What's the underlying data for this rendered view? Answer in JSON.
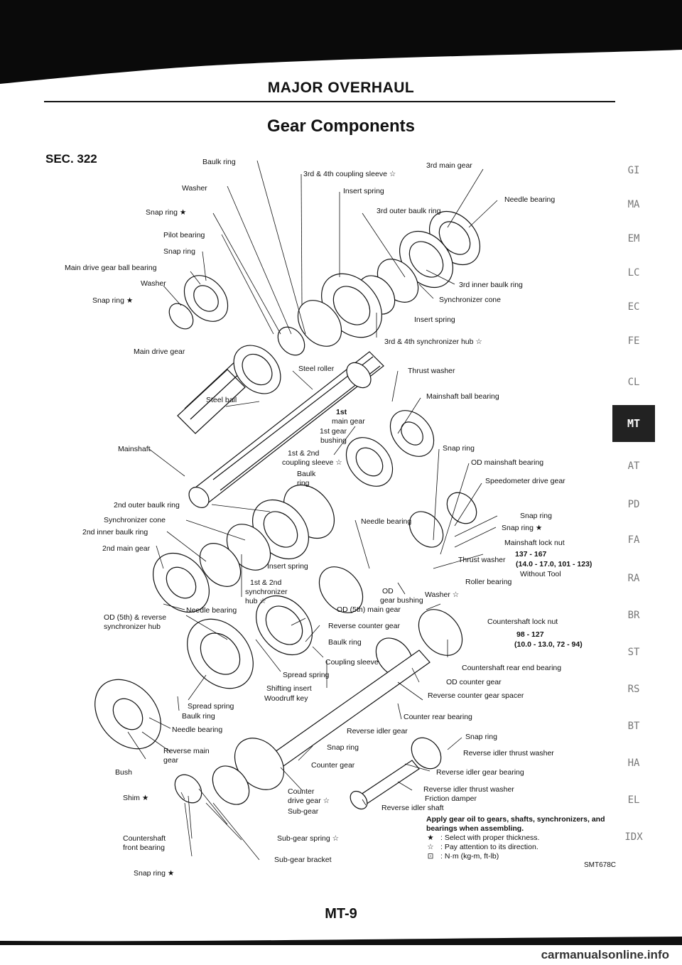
{
  "header": {
    "section_title": "MAJOR OVERHAUL",
    "page_title": "Gear Components",
    "sec_ref": "SEC. 322"
  },
  "labels": {
    "baulk_ring": "Baulk ring",
    "washer": "Washer",
    "snap_ring_star": "Snap ring ★",
    "pilot_bearing": "Pilot bearing",
    "snap_ring": "Snap ring",
    "main_drive_gear_ball_bearing": "Main drive gear ball bearing",
    "washer2": "Washer",
    "snap_ring_star2": "Snap ring ★",
    "main_drive_gear": "Main drive gear",
    "coupling_sleeve_34": "3rd & 4th coupling sleeve ☆",
    "third_main_gear": "3rd main gear",
    "insert_spring": "Insert spring",
    "third_outer_baulk_ring": "3rd outer baulk ring",
    "needle_bearing_top": "Needle bearing",
    "third_inner_baulk_ring": "3rd inner baulk ring",
    "synchronizer_cone": "Synchronizer cone",
    "insert_spring2": "Insert spring",
    "sync_hub_34": "3rd & 4th synchronizer hub ☆",
    "steel_roller": "Steel roller",
    "thrust_washer": "Thrust washer",
    "steel_ball": "Steel ball",
    "first_main_gear_1": "1st",
    "first_main_gear_2": "main gear",
    "mainshaft_ball_bearing": "Mainshaft ball bearing",
    "first_gear_bushing_1": "1st gear",
    "first_gear_bushing_2": "bushing",
    "mainshaft": "Mainshaft",
    "coupling_sleeve_12_1": "1st & 2nd",
    "coupling_sleeve_12_2": "coupling sleeve ☆",
    "baulk_ring_2a": "Baulk",
    "baulk_ring_2b": "ring",
    "snap_ring_mid": "Snap ring",
    "od_mainshaft_bearing": "OD mainshaft bearing",
    "speedometer_drive_gear": "Speedometer drive gear",
    "second_outer_baulk_ring": "2nd outer baulk ring",
    "synchronizer_cone2": "Synchronizer cone",
    "second_inner_baulk_ring": "2nd inner baulk ring",
    "second_main_gear": "2nd main gear",
    "needle_bearing_mid": "Needle bearing",
    "snap_ring_r1": "Snap ring",
    "snap_ring_r2": "Snap ring ★",
    "mainshaft_lock_nut": "Mainshaft lock nut",
    "lock_nut_torque": "137 - 167",
    "lock_nut_torque_2": "(14.0 - 17.0, 101 - 123)",
    "without_tool": "Without Tool",
    "thrust_washer2": "Thrust washer",
    "roller_bearing": "Roller bearing",
    "insert_spring3": "Insert spring",
    "sync_hub_12_1": "1st & 2nd",
    "sync_hub_12_2": "synchronizer",
    "sync_hub_12_3": "hub ☆",
    "washer_star": "Washer ☆",
    "od_1": "OD",
    "od_2": "gear bushing",
    "needle_bearing_low": "Needle bearing",
    "od_main_gear": "OD (5th) main gear",
    "countershaft_lock_nut": "Countershaft lock nut",
    "cs_torque_1": "98 - 127",
    "cs_torque_2": "(10.0 - 13.0, 72 - 94)",
    "od_reverse_hub_1": "OD (5th) & reverse",
    "od_reverse_hub_2": "synchronizer hub",
    "reverse_counter_gear": "Reverse counter gear",
    "baulk_ring3": "Baulk ring",
    "coupling_sleeve3": "Coupling sleeve",
    "countershaft_rear_end_bearing": "Countershaft rear end bearing",
    "spread_spring": "Spread spring",
    "od_counter_gear": "OD counter gear",
    "shifting_insert": "Shifting insert",
    "woodruff_key": "Woodruff key",
    "reverse_counter_gear_spacer": "Reverse counter gear spacer",
    "spread_spring2": "Spread spring",
    "baulk_ring4": "Baulk ring",
    "counter_rear_bearing": "Counter rear bearing",
    "needle_bearing_bot": "Needle bearing",
    "reverse_idler_gear": "Reverse idler gear",
    "snap_ring_b1": "Snap ring",
    "reverse_idler_thrust_washer": "Reverse idler thrust washer",
    "snap_ring_b2": "Snap ring",
    "reverse_main_gear_1": "Reverse main",
    "reverse_main_gear_2": "gear",
    "counter_gear": "Counter gear",
    "reverse_idler_gear_bearing": "Reverse idler gear bearing",
    "bush": "Bush",
    "reverse_idler_thrust_washer2": "Reverse idler thrust washer",
    "counter_drive_gear_1": "Counter",
    "counter_drive_gear_2": "drive gear ☆",
    "friction_damper": "Friction damper",
    "shim": "Shim ★",
    "sub_gear": "Sub-gear",
    "reverse_idler_shaft": "Reverse idler shaft",
    "countershaft_front_bearing_1": "Countershaft",
    "countershaft_front_bearing_2": "front bearing",
    "sub_gear_spring": "Sub-gear spring ☆",
    "snap_ring_b3": "Snap ring ★",
    "sub_gear_bracket": "Sub-gear bracket"
  },
  "notes": {
    "heading": "Apply gear oil to gears, shafts, synchronizers, and bearings when assembling.",
    "items": [
      {
        "symbol": "★",
        "text": ": Select with proper thickness."
      },
      {
        "symbol": "☆",
        "text": ": Pay attention to its direction."
      },
      {
        "symbol": "⊡",
        "text": ": N·m (kg-m, ft-lb)"
      }
    ]
  },
  "figure_code": "SMT678C",
  "page_number": "MT-9",
  "side_index": [
    "GI",
    "MA",
    "EM",
    "LC",
    "EC",
    "FE",
    "CL",
    "MT",
    "AT",
    "PD",
    "FA",
    "RA",
    "BR",
    "ST",
    "RS",
    "BT",
    "HA",
    "EL",
    "IDX"
  ],
  "active_index": "MT",
  "watermark": "carmanualsonline.info"
}
